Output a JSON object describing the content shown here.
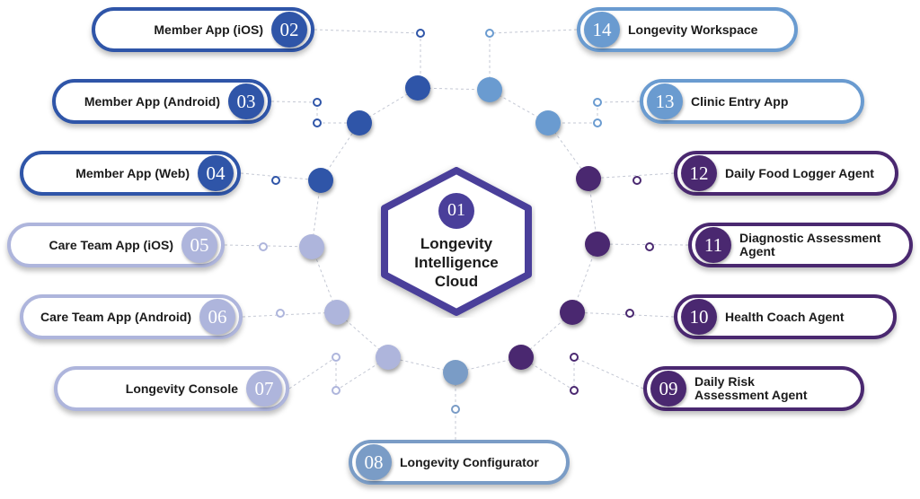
{
  "colors": {
    "dark_blue": "#2f55a8",
    "light_blue": "#6a9bd0",
    "steel_blue": "#7a9cc6",
    "lavender": "#aeb5dc",
    "purple": "#4a2870",
    "hub_border": "#4a3f9a"
  },
  "hub": {
    "number": "01",
    "title": "Longevity Intelligence Cloud"
  },
  "nodes": [
    {
      "number": "02",
      "label": "Member App (iOS)",
      "group": "dark_blue"
    },
    {
      "number": "03",
      "label": "Member App (Android)",
      "group": "dark_blue"
    },
    {
      "number": "04",
      "label": "Member App (Web)",
      "group": "dark_blue"
    },
    {
      "number": "05",
      "label": "Care Team App (iOS)",
      "group": "lavender"
    },
    {
      "number": "06",
      "label": "Care Team App (Android)",
      "group": "lavender"
    },
    {
      "number": "07",
      "label": "Longevity Console",
      "group": "lavender"
    },
    {
      "number": "08",
      "label": "Longevity Configurator",
      "group": "steel_blue"
    },
    {
      "number": "09",
      "label": "Daily Risk Assessment Agent",
      "group": "purple"
    },
    {
      "number": "10",
      "label": "Health Coach Agent",
      "group": "purple"
    },
    {
      "number": "11",
      "label": "Diagnostic Assessment Agent",
      "group": "purple"
    },
    {
      "number": "12",
      "label": "Daily Food Logger Agent",
      "group": "purple"
    },
    {
      "number": "13",
      "label": "Clinic Entry App",
      "group": "light_blue"
    },
    {
      "number": "14",
      "label": "Longevity Workspace",
      "group": "light_blue"
    }
  ]
}
